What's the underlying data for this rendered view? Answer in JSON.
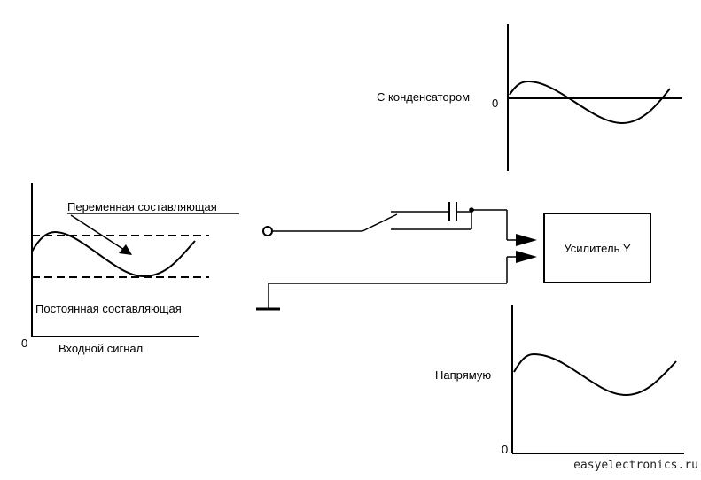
{
  "input_graph": {
    "ac_label": "Переменная составляющая",
    "dc_label": "Постоянная составляющая",
    "zero_label": "0",
    "caption": "Входной сигнал"
  },
  "capacitor_graph": {
    "label": "С конденсатором",
    "zero_label": "0"
  },
  "direct_graph": {
    "label": "Напрямую",
    "zero_label": "0"
  },
  "amplifier": {
    "label": "Усилитель Y"
  },
  "watermark": "easyelectronics.ru"
}
